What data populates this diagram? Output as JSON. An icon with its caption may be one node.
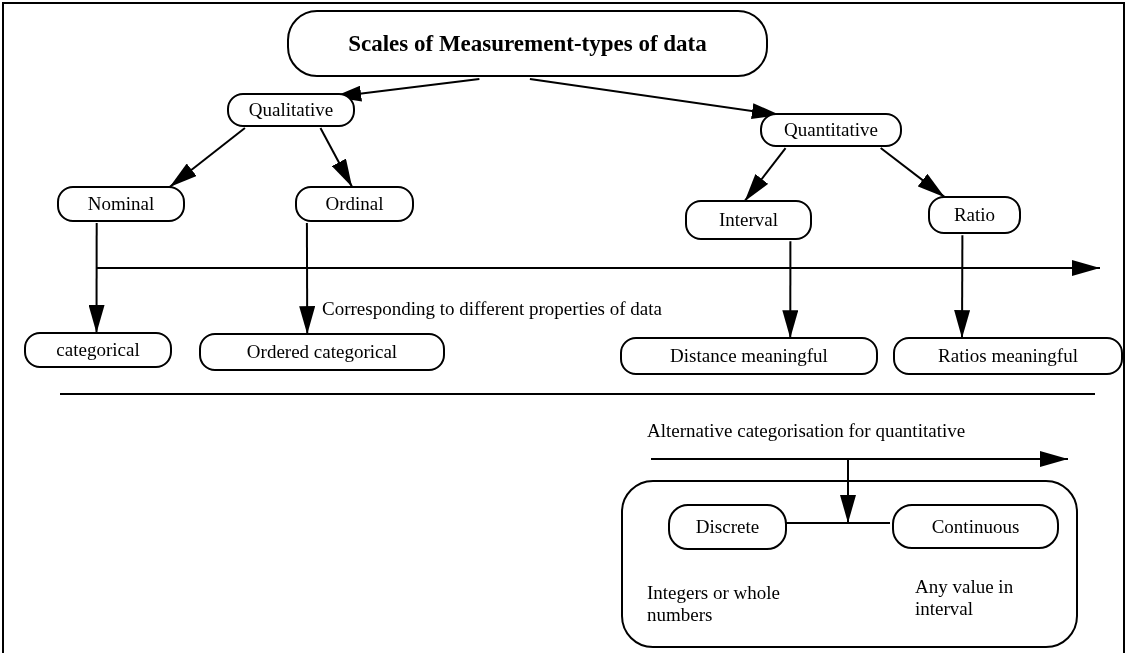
{
  "diagram": {
    "nodes": [
      {
        "text": [
          "Scales of Measurement-types of data"
        ]
      },
      {
        "text": [
          "Qualitative"
        ]
      },
      {
        "text": [
          "Quantitative"
        ]
      },
      {
        "text": [
          "Nominal"
        ]
      },
      {
        "text": [
          "Ordinal"
        ]
      },
      {
        "text": [
          "Interval"
        ]
      },
      {
        "text": [
          "Ratio"
        ]
      },
      {
        "text": [
          "categorical"
        ]
      },
      {
        "text": [
          "Ordered categorical"
        ]
      },
      {
        "text": [
          "Distance meaningful"
        ]
      },
      {
        "text": [
          "Ratios meaningful"
        ]
      },
      {
        "text": [],
        "shape": "box"
      },
      {
        "text": [
          "Discrete"
        ],
        "in": 11
      },
      {
        "text": [
          "Continuous"
        ],
        "in": 11
      }
    ],
    "edges": [
      {
        "from": 0,
        "to": 1,
        "arrow": "to"
      },
      {
        "from": 0,
        "to": 2,
        "arrow": "to"
      },
      {
        "from": 1,
        "to": 3,
        "arrow": "to"
      },
      {
        "from": 1,
        "to": 4,
        "arrow": "to"
      },
      {
        "from": 2,
        "to": 5,
        "arrow": "to"
      },
      {
        "from": 2,
        "to": 6,
        "arrow": "to"
      },
      {
        "from": 3,
        "to": 7,
        "arrow": "to"
      },
      {
        "from": 4,
        "to": 8,
        "arrow": "to"
      },
      {
        "from": 5,
        "to": 9,
        "arrow": "to"
      },
      {
        "from": 6,
        "to": 10,
        "arrow": "to"
      },
      {
        "from": null,
        "to": 12,
        "arrow": "none"
      },
      {
        "from": null,
        "to": 13,
        "arrow": "none"
      }
    ],
    "labels": [
      "Corresponding to different properties of data",
      "Alternative categorisation for quantitative",
      "Integers or whole numbers",
      "Any value in interval"
    ]
  }
}
